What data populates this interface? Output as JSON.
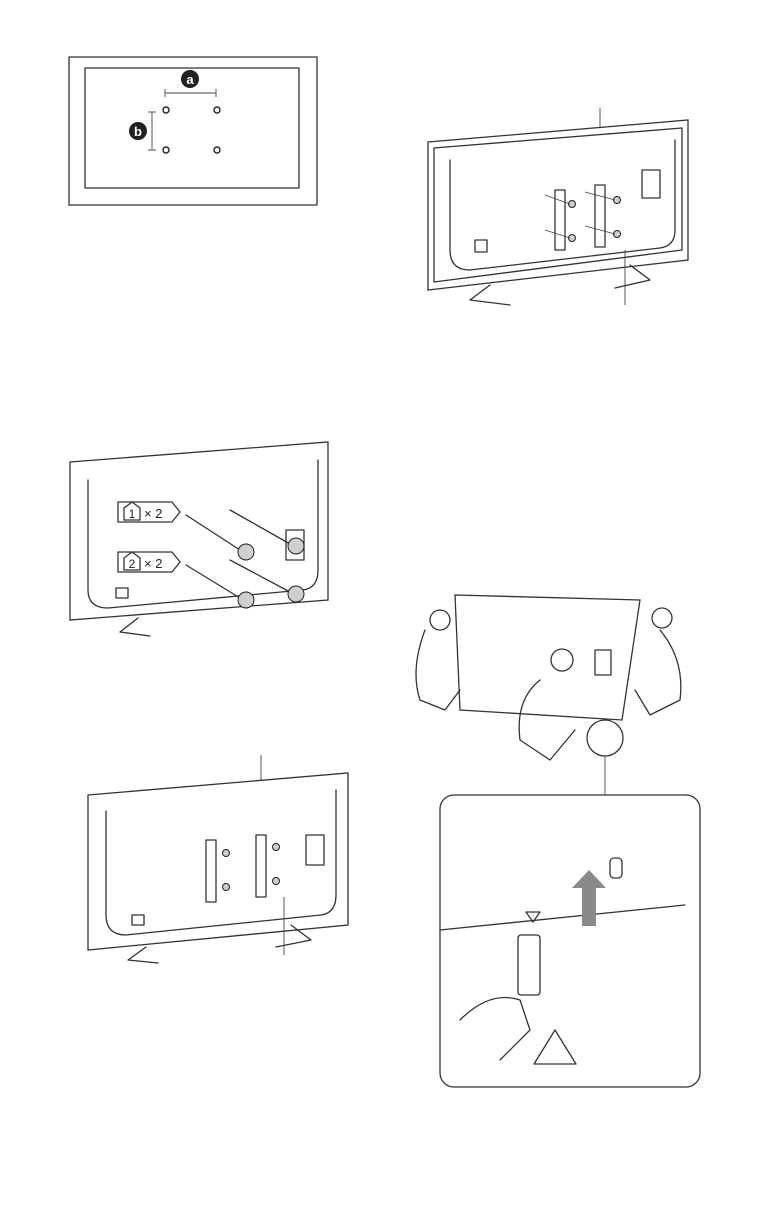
{
  "figure_hole_pattern": {
    "label_a": "a",
    "label_b": "b"
  },
  "figure_screws": {
    "callout_1_number": "1",
    "callout_1_qty": "× 2",
    "callout_2_number": "2",
    "callout_2_qty": "× 2"
  }
}
